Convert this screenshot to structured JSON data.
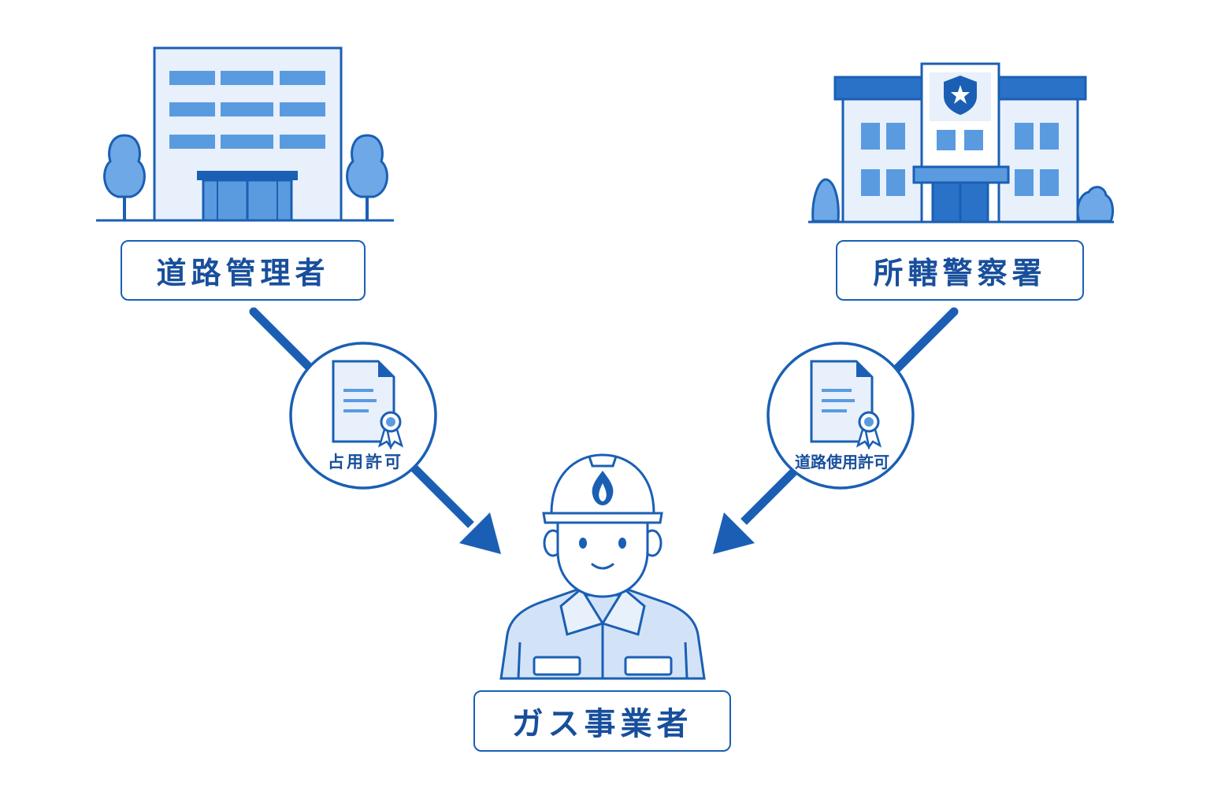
{
  "nodes": {
    "road_administrator": "道路管理者",
    "police_station": "所轄警察署",
    "gas_operator": "ガス事業者"
  },
  "permits": {
    "occupancy_permit": "占用許可",
    "road_use_permit": "道路使用許可"
  },
  "colors": {
    "primary": "#1a5fb4",
    "text": "#184f9c",
    "light_fill": "#e8f0fb",
    "window": "#5a9be0",
    "tree": "#6fa8e6"
  },
  "icons": [
    "office-building-icon",
    "police-station-icon",
    "certificate-icon",
    "gas-flame-icon",
    "worker-icon",
    "tree-icon"
  ]
}
